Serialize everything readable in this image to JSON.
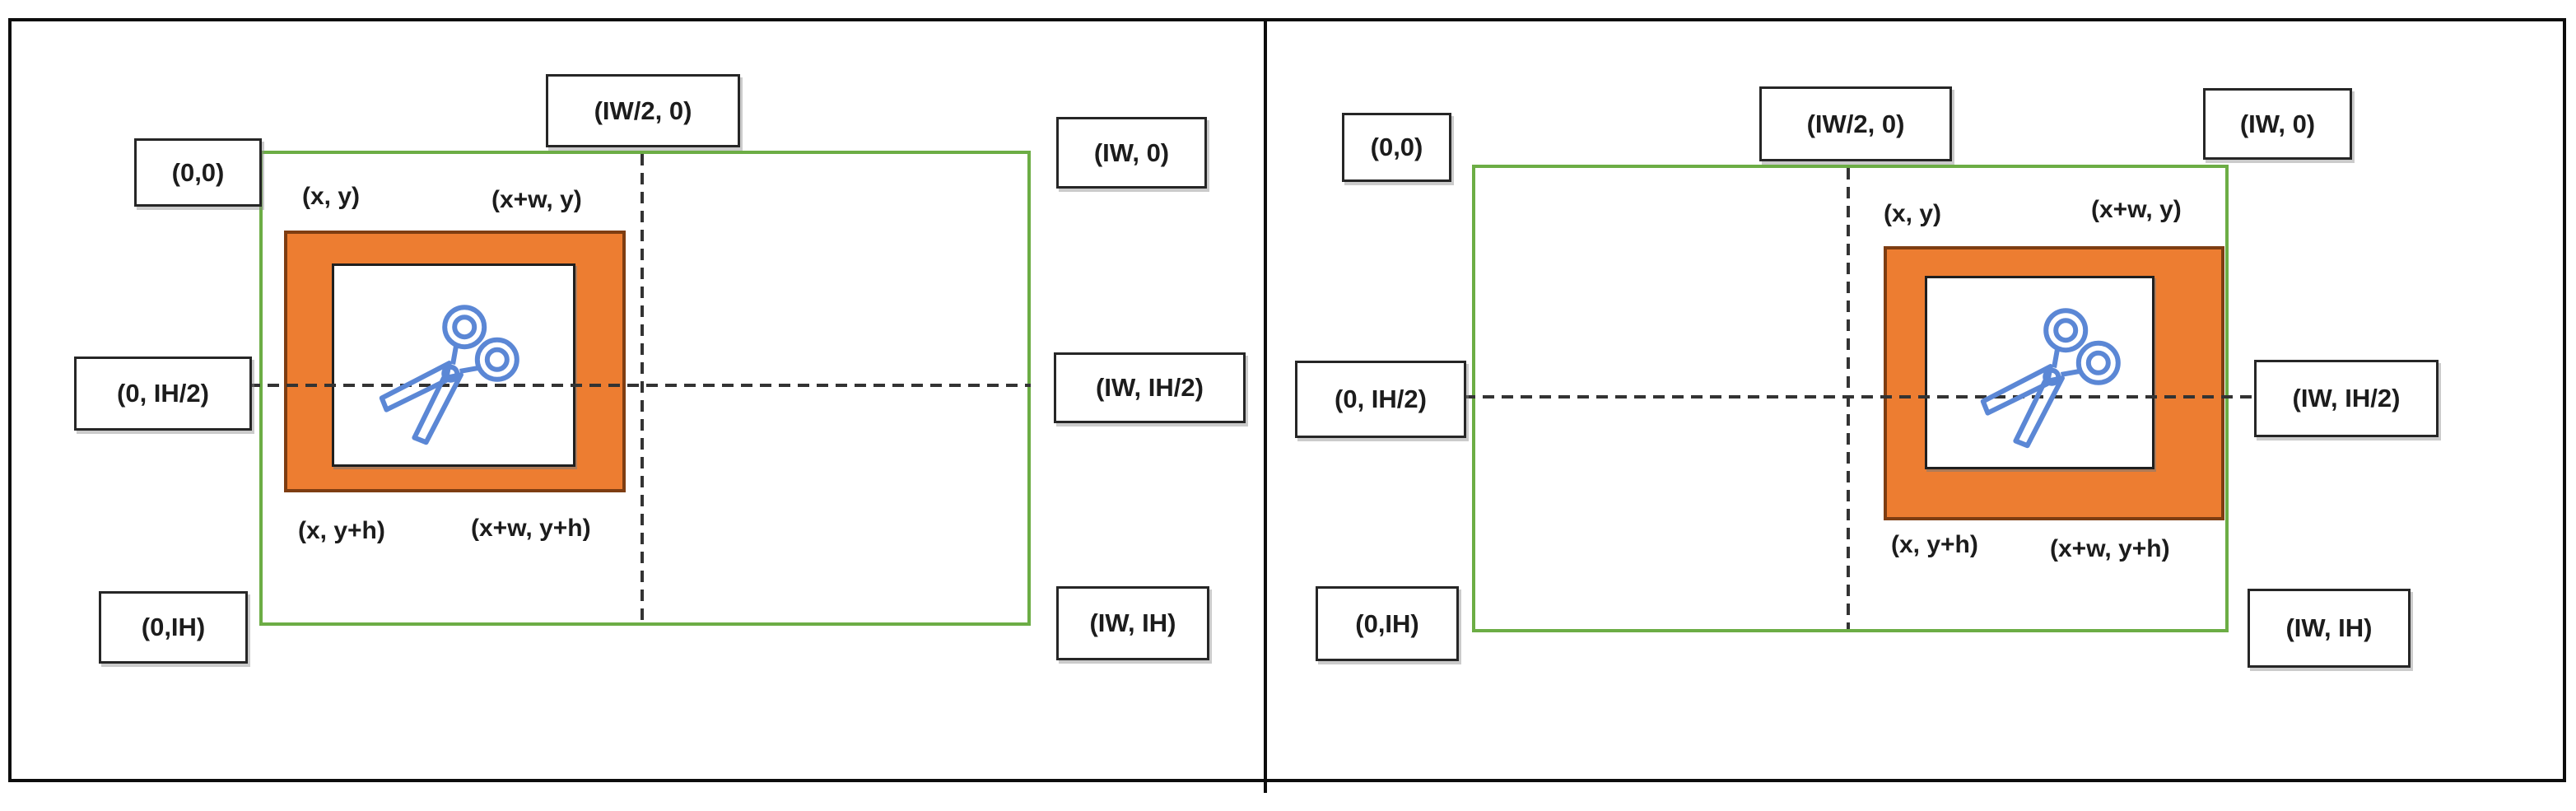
{
  "diagram": {
    "description": "image-cropping coordinate diagram, two panels",
    "colors": {
      "image_border": "#6CAD45",
      "crop_fill": "#ED7D31",
      "crop_border": "#7E3D12",
      "scissors": "#5B87D5",
      "dashed": "#333333",
      "frame": "#0d0d0d"
    },
    "panels": [
      {
        "name": "left-panel",
        "labels": {
          "top_left": "(0,0)",
          "top_mid": "(IW/2, 0)",
          "top_right": "(IW, 0)",
          "mid_left": "(0, IH/2)",
          "mid_right": "(IW, IH/2)",
          "bottom_left": "(0,IH)",
          "bottom_right": "(IW, IH)"
        },
        "crop": {
          "top_left": "(x, y)",
          "top_right": "(x+w, y)",
          "bottom_left": "(x, y+h)",
          "bottom_right": "(x+w, y+h)"
        },
        "icon": "scissors-icon"
      },
      {
        "name": "right-panel",
        "labels": {
          "top_left": "(0,0)",
          "top_mid": "(IW/2, 0)",
          "top_right": "(IW, 0)",
          "mid_left": "(0, IH/2)",
          "mid_right": "(IW, IH/2)",
          "bottom_left": "(0,IH)",
          "bottom_right": "(IW, IH)"
        },
        "crop": {
          "top_left": "(x, y)",
          "top_right": "(x+w, y)",
          "bottom_left": "(x, y+h)",
          "bottom_right": "(x+w, y+h)"
        },
        "icon": "scissors-icon"
      }
    ]
  }
}
